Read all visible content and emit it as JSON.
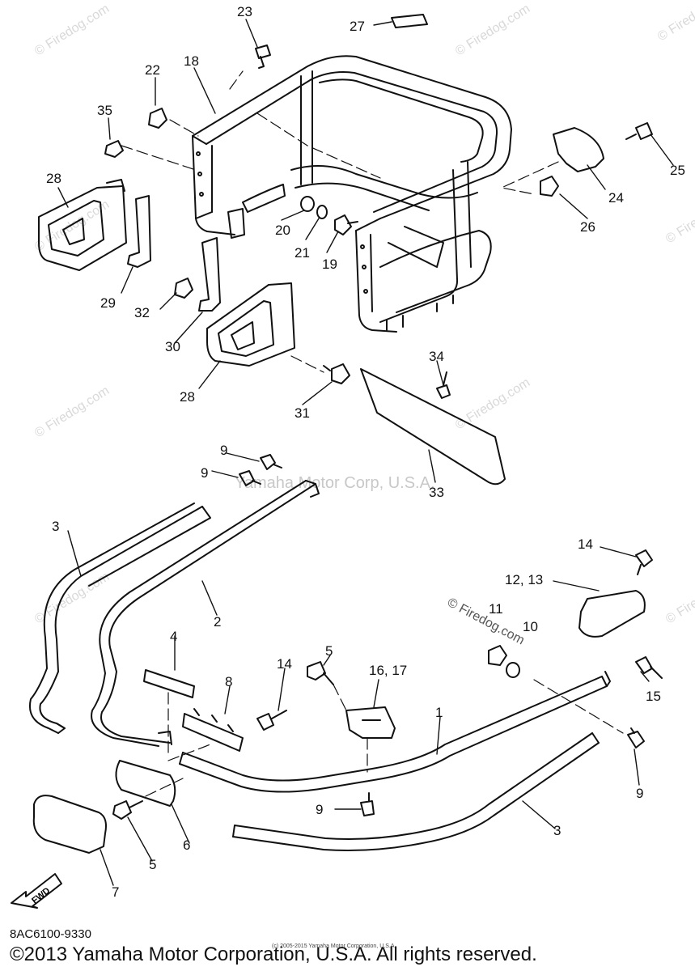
{
  "watermarks": {
    "site": "© Firedog.com",
    "center": "Yamaha Motor Corp, U.S.A.",
    "mid": "© Firedog.com",
    "small_copyright": "(c) 2005-2015 Yamaha Motor Corporation, U.S.A."
  },
  "direction_label": "FWD",
  "part_number": "8AC6100-9330",
  "copyright": "©2013 Yamaha Motor Corporation, U.S.A. All rights reserved.",
  "callouts": {
    "c1": "1",
    "c2": "2",
    "c3a": "3",
    "c3b": "3",
    "c4": "4",
    "c5a": "5",
    "c5b": "5",
    "c6": "6",
    "c7": "7",
    "c8": "8",
    "c9a": "9",
    "c9b": "9",
    "c9c": "9",
    "c9d": "9",
    "c10": "10",
    "c11": "11",
    "c12": "12, 13",
    "c14a": "14",
    "c14b": "14",
    "c15": "15",
    "c16": "16, 17",
    "c18": "18",
    "c19": "19",
    "c20": "20",
    "c21": "21",
    "c22": "22",
    "c23": "23",
    "c24": "24",
    "c25": "25",
    "c26": "26",
    "c27": "27",
    "c28a": "28",
    "c28b": "28",
    "c29": "29",
    "c30": "30",
    "c31": "31",
    "c32": "32",
    "c33": "33",
    "c34": "34",
    "c35": "35"
  }
}
